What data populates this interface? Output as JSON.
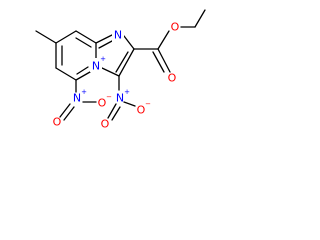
{
  "molecule": {
    "colors": {
      "bond": "#000000",
      "nitrogen": "#0000ff",
      "oxygen": "#ff0000",
      "background": "#ffffff"
    },
    "atoms": {
      "n_bridge": "N",
      "n_imidazole": "N",
      "n_nitro5": "N",
      "n_nitro3": "N",
      "o_ester_carbonyl": "O",
      "o_ester_ether": "O",
      "o_nitro5_a": "O",
      "o_nitro5_b": "O",
      "o_nitro3_a": "O",
      "o_nitro3_b": "O"
    },
    "charges": {
      "n_bridge": "+",
      "n_nitro5": "+",
      "n_nitro3": "+",
      "o_nitro5_b": "−",
      "o_nitro3_b": "−"
    }
  }
}
